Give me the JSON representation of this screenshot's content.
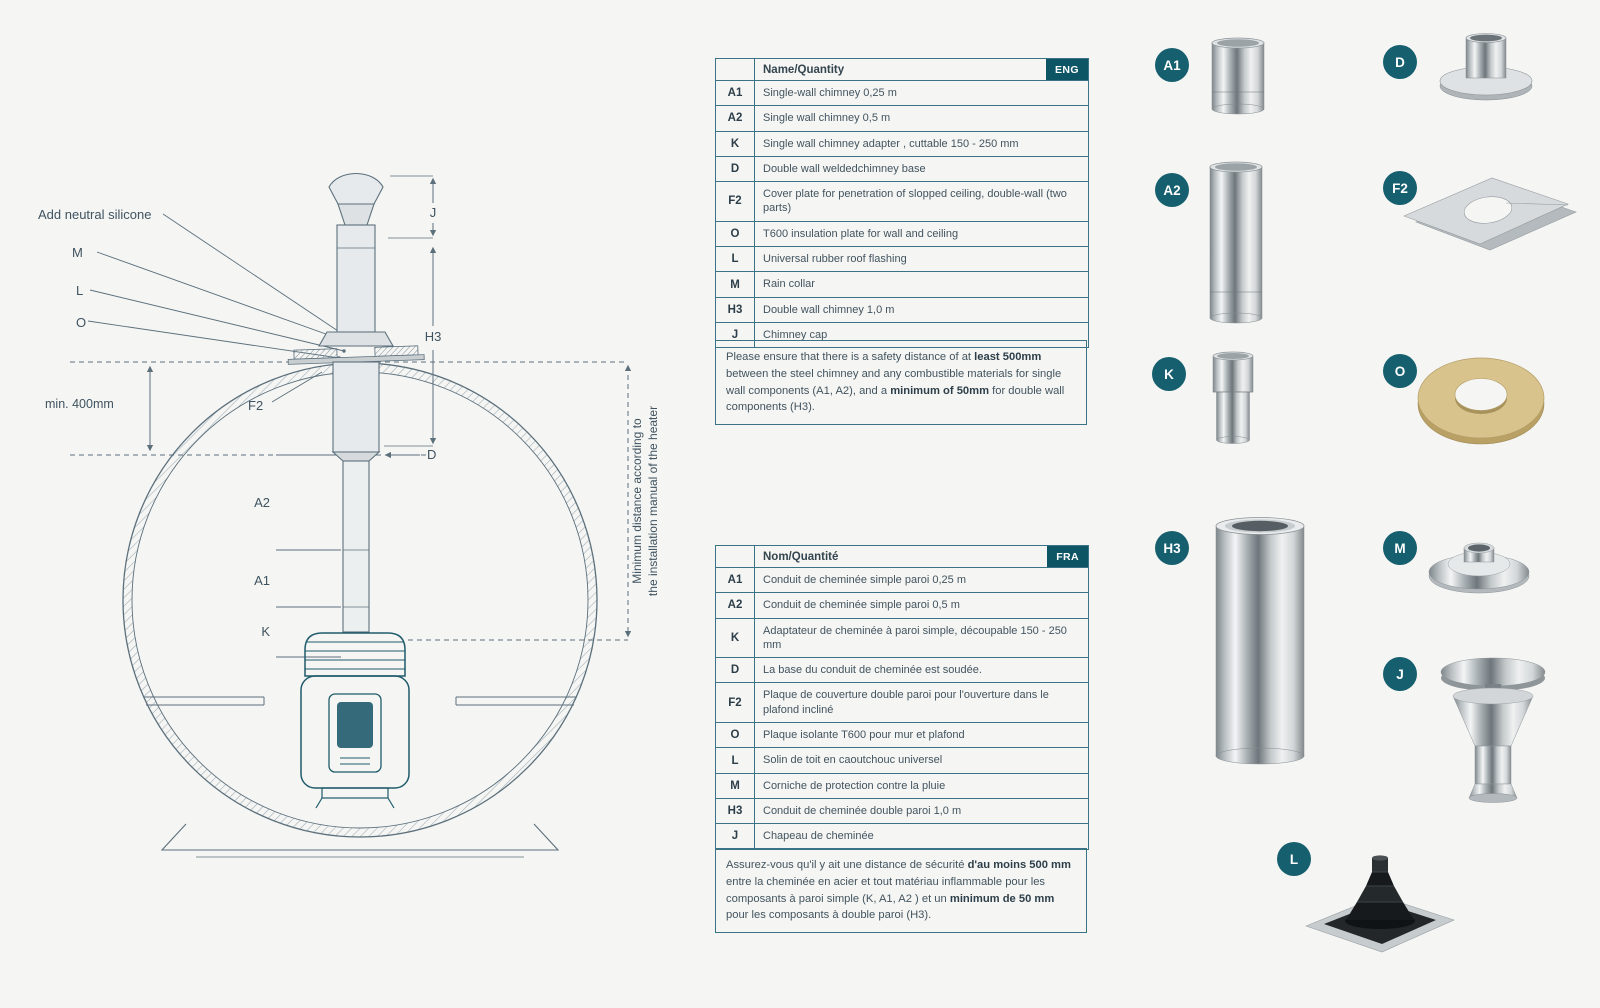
{
  "colors": {
    "background": "#f5f5f3",
    "badge_teal": "#155f6e",
    "table_border": "#3a7386",
    "lang_badge_bg": "#0d5565",
    "diagram_line": "#5c707c",
    "stove_teal": "#1f5b6b",
    "insulation_tan": "#d9c38c"
  },
  "diagram": {
    "labels": {
      "silicone": "Add neutral silicone",
      "m": "M",
      "l": "L",
      "o": "O",
      "f2": "F2",
      "a2": "A2",
      "a1": "A1",
      "k": "K",
      "j": "J",
      "h3": "H3",
      "d": "D",
      "min_distance": "min. 400mm",
      "vertical_note_line1": "Minimum distance according to",
      "vertical_note_line2": "the installation manual of the heater"
    }
  },
  "tables": {
    "eng": {
      "lang": "ENG",
      "header": "Name/Quantity",
      "rows": [
        {
          "code": "A1",
          "desc": "Single-wall chimney 0,25 m"
        },
        {
          "code": "A2",
          "desc": "Single wall chimney 0,5 m"
        },
        {
          "code": "K",
          "desc": "Single wall chimney adapter , cuttable 150 - 250 mm"
        },
        {
          "code": "D",
          "desc": "Double wall weldedchimney base"
        },
        {
          "code": "F2",
          "desc": "Cover plate for penetration of slopped ceiling, double-wall (two parts)"
        },
        {
          "code": "O",
          "desc": "T600 insulation plate for wall and ceiling"
        },
        {
          "code": "L",
          "desc": "Universal rubber roof flashing"
        },
        {
          "code": "M",
          "desc": "Rain collar"
        },
        {
          "code": "H3",
          "desc": "Double wall chimney 1,0 m"
        },
        {
          "code": "J",
          "desc": "Chimney cap"
        }
      ],
      "note": {
        "p1": "Please ensure that there is a safety distance of at ",
        "b1": "least 500mm",
        "p2": " between the steel chimney and any combustible materials for single wall components (A1, A2), and a ",
        "b2": "minimum of 50mm",
        "p3": " for double wall components (H3)."
      }
    },
    "fra": {
      "lang": "FRA",
      "header": "Nom/Quantité",
      "rows": [
        {
          "code": "A1",
          "desc": "Conduit de cheminée simple paroi 0,25 m"
        },
        {
          "code": "A2",
          "desc": "Conduit de cheminée simple paroi 0,5 m"
        },
        {
          "code": "K",
          "desc": "Adaptateur de cheminée à paroi simple, découpable 150 - 250 mm"
        },
        {
          "code": "D",
          "desc": "La base du conduit de cheminée est soudée."
        },
        {
          "code": "F2",
          "desc": "Plaque de couverture double paroi pour l'ouverture dans le plafond incliné"
        },
        {
          "code": "O",
          "desc": "Plaque isolante T600 pour mur et plafond"
        },
        {
          "code": "L",
          "desc": "Solin de toit en caoutchouc universel"
        },
        {
          "code": "M",
          "desc": "Corniche de protection contre la pluie"
        },
        {
          "code": "H3",
          "desc": "Conduit de cheminée double paroi 1,0 m"
        },
        {
          "code": "J",
          "desc": "Chapeau de cheminée"
        }
      ],
      "note": {
        "p1": "Assurez-vous qu'il y ait une distance de sécurité ",
        "b1": "d'au moins 500 mm",
        "p2": " entre la cheminée en acier et tout matériau inflammable pour les composants à paroi simple (K, A1, A2 ) et un ",
        "b2": "minimum de 50 mm",
        "p3": " pour les composants à double paroi (H3)."
      }
    }
  },
  "products": {
    "a1": {
      "badge": "A1"
    },
    "a2": {
      "badge": "A2"
    },
    "k": {
      "badge": "K"
    },
    "d": {
      "badge": "D"
    },
    "f2": {
      "badge": "F2"
    },
    "o": {
      "badge": "O"
    },
    "h3": {
      "badge": "H3"
    },
    "m": {
      "badge": "M"
    },
    "j": {
      "badge": "J"
    },
    "l": {
      "badge": "L"
    }
  }
}
